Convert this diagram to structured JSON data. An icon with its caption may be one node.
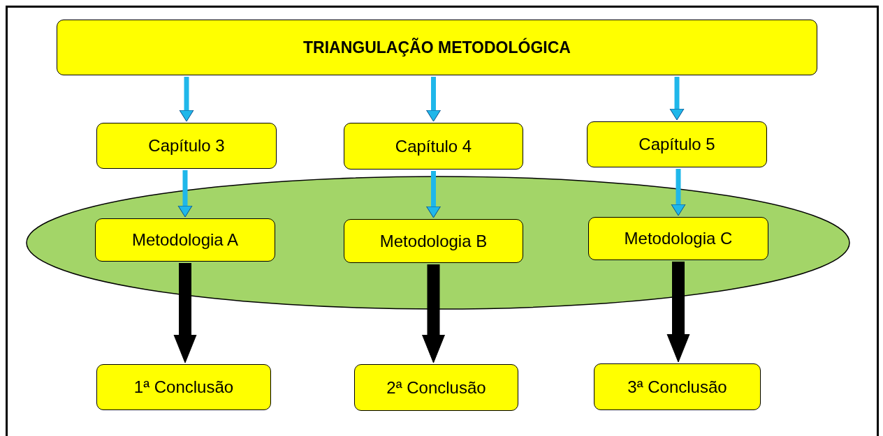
{
  "diagram": {
    "nodes": [
      {
        "text": [
          "TRIANGULAÇÃO METODOLÓGICA"
        ]
      },
      {
        "text": [
          "Capítulo 3"
        ]
      },
      {
        "text": [
          "Capítulo 4"
        ]
      },
      {
        "text": [
          "Capítulo 5"
        ]
      },
      {
        "text": [],
        "shape": "ellipse"
      },
      {
        "text": [
          "Metodologia A"
        ],
        "in": 4
      },
      {
        "text": [
          "Metodologia B"
        ],
        "in": 4
      },
      {
        "text": [
          "Metodologia C"
        ],
        "in": 4
      },
      {
        "text": [
          "1ª Conclusão"
        ]
      },
      {
        "text": [
          "2ª Conclusão"
        ]
      },
      {
        "text": [
          "3ª Conclusão"
        ]
      }
    ],
    "edges": [
      {
        "from": 0,
        "to": 1,
        "arrow": "to"
      },
      {
        "from": 0,
        "to": 2,
        "arrow": "to"
      },
      {
        "from": 0,
        "to": 3,
        "arrow": "to"
      },
      {
        "from": 1,
        "to": 5,
        "arrow": "to"
      },
      {
        "from": 2,
        "to": 6,
        "arrow": "to"
      },
      {
        "from": 3,
        "to": 7,
        "arrow": "to"
      },
      {
        "from": 5,
        "to": 8,
        "arrow": "to",
        "style": "thick",
        "color": "#000000"
      },
      {
        "from": 6,
        "to": 9,
        "arrow": "to",
        "style": "thick",
        "color": "#000000"
      },
      {
        "from": 7,
        "to": 10,
        "arrow": "to",
        "style": "thick",
        "color": "#000000"
      }
    ]
  }
}
